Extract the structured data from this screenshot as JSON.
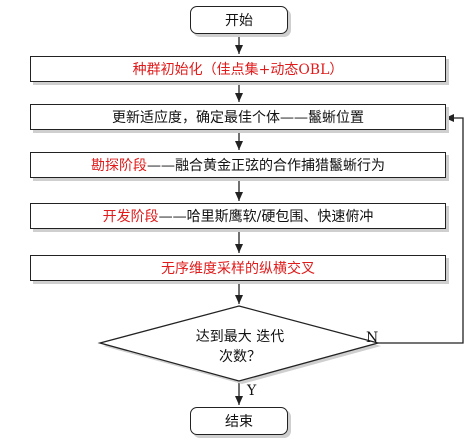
{
  "nodes": {
    "start": {
      "text": "开始"
    },
    "init": {
      "text": "种群初始化（佳点集+动态OBL）",
      "color": "#e01b1b"
    },
    "fitness": {
      "text": "更新适应度，确定最佳个体——鬣蜥位置"
    },
    "explore": {
      "highlight": "勘探阶段",
      "rest": "——融合黄金正弦的合作捕猎鬣蜥行为",
      "highlight_color": "#e01b1b"
    },
    "exploit": {
      "highlight": "开发阶段",
      "rest": "——哈里斯鹰软/硬包围、快速俯冲",
      "highlight_color": "#e01b1b"
    },
    "cross": {
      "text": "无序维度采样的纵横交叉",
      "color": "#e01b1b"
    },
    "decision": {
      "line1": "达到最大 迭代",
      "line2": "次数？"
    },
    "end": {
      "text": "结束"
    }
  },
  "branches": {
    "no": "N",
    "yes": "Y"
  }
}
